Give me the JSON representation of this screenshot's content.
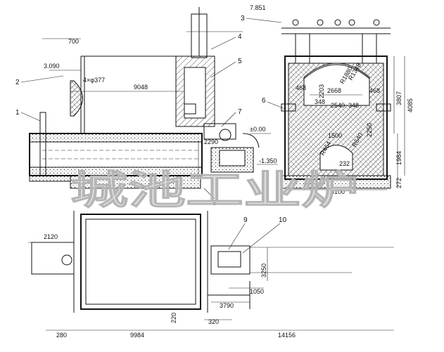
{
  "watermark": "城池工业炉",
  "part_labels": [
    "1",
    "2",
    "3",
    "4",
    "5",
    "6",
    "7",
    "8",
    "9",
    "10"
  ],
  "dimensions": {
    "elev_7851": "7.851",
    "elev_3090": "3.090",
    "elev_000": "±0.00",
    "elev_1350": "-1.350",
    "d_700": "700",
    "d_4x377": "4×φ377",
    "d_9048": "9048",
    "d_2290": "2290",
    "d_3807": "3807",
    "d_4085": "4085",
    "d_1984": "1984",
    "d_272": "272",
    "d_5100": "5100",
    "d_2203": "2203",
    "d_2668": "2668",
    "d_2540": "2540",
    "d_348a": "348",
    "d_348b": "348",
    "d_468a": "468",
    "d_468b": "468",
    "d_r1880": "R1880",
    "d_r1348": "R1348",
    "d_1500": "1500",
    "d_2250": "2250",
    "d_r464": "R464",
    "d_r640": "R640",
    "d_232": "232",
    "d_2120": "2120",
    "d_3250": "3250",
    "d_1050": "1050",
    "d_3790": "3790",
    "d_280": "280",
    "d_9984": "9984",
    "d_220": "220",
    "d_320": "320",
    "d_14156": "14156"
  }
}
